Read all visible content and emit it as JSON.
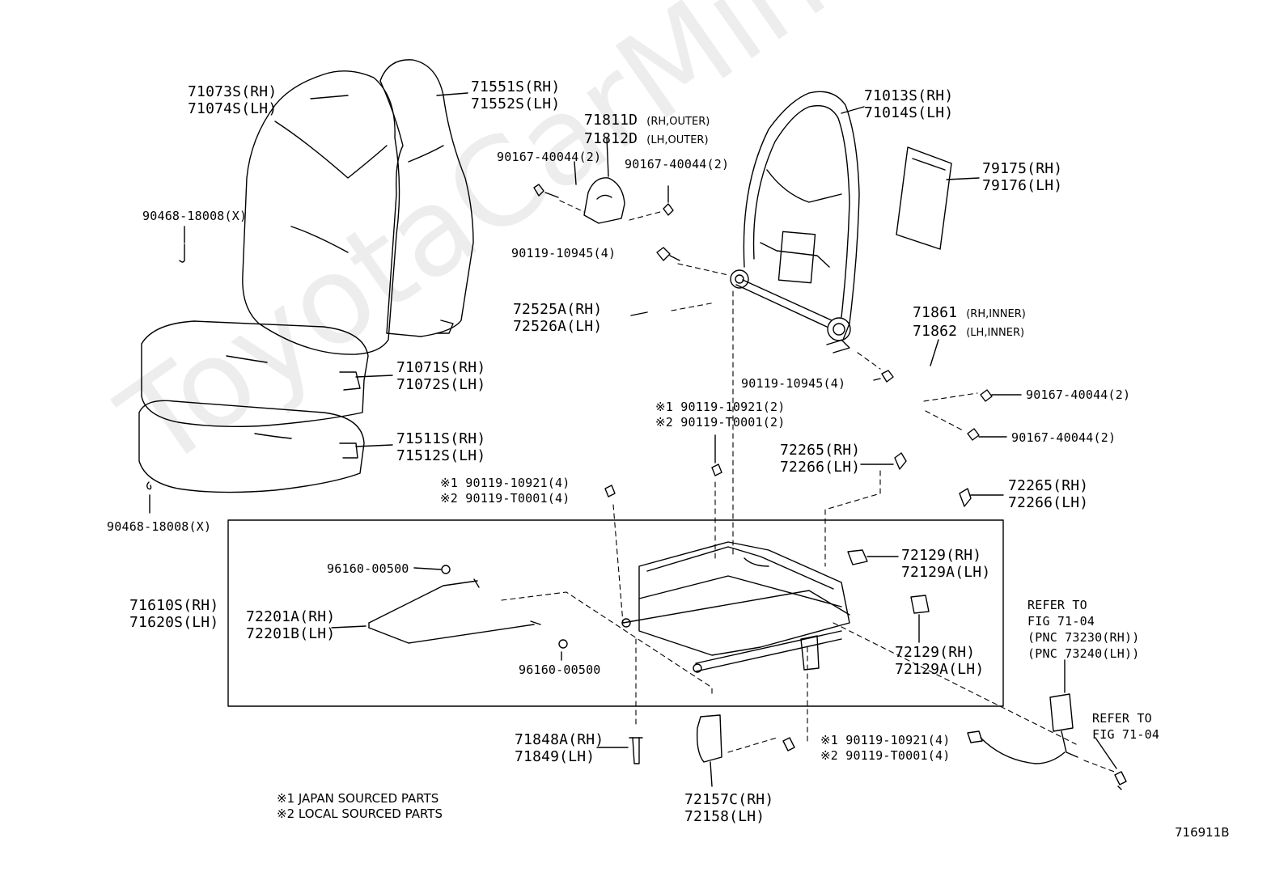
{
  "watermark": "ToyotaCarMine.ru",
  "figure_id": "716911B",
  "notes": [
    "※1 JAPAN SOURCED PARTS",
    "※2 LOCAL SOURCED PARTS"
  ],
  "parts": {
    "seatback_cover": [
      "71073S(RH)",
      "71074S(LH)"
    ],
    "seatback_pad": [
      "71551S(RH)",
      "71552S(LH)"
    ],
    "hog_ring_upper": "90468-18008(X)",
    "cushion_cover": [
      "71071S(RH)",
      "71072S(LH)"
    ],
    "cushion_pad": [
      "71511S(RH)",
      "71512S(LH)"
    ],
    "hog_ring_lower": "90468-18008(X)",
    "outer_cover_num": [
      "71811D",
      "71812D"
    ],
    "outer_cover_sfx": [
      "(RH,OUTER)",
      "(LH,OUTER)"
    ],
    "screw_outer_left": "90167-40044(2)",
    "screw_outer_right": "90167-40044(2)",
    "bolt_frame": "90119-10945(4)",
    "recliner_cover": [
      "72525A(RH)",
      "72526A(LH)"
    ],
    "back_frame": [
      "71013S(RH)",
      "71014S(LH)"
    ],
    "back_board": [
      "79175(RH)",
      "79176(LH)"
    ],
    "inner_cover_num": [
      "71861",
      "71862"
    ],
    "inner_cover_sfx": [
      "(RH,INNER)",
      "(LH,INNER)"
    ],
    "bolt_frame_lower": "90119-10945(4)",
    "screw_inner_1": "90167-40044(2)",
    "screw_inner_2": "90167-40044(2)",
    "bolt_center": [
      "※1 90119-10921(2)",
      "※2 90119-T0001(2)"
    ],
    "bolt_left": [
      "※1 90119-10921(4)",
      "※2 90119-T0001(4)"
    ],
    "clip_upper": [
      "72265(RH)",
      "72266(LH)"
    ],
    "clip_right": [
      "72265(RH)",
      "72266(LH)"
    ],
    "track_assy": [
      "71610S(RH)",
      "71620S(LH)"
    ],
    "ring_upper": "96160-00500",
    "ring_lower": "96160-00500",
    "adjuster_bar": [
      "72201A(RH)",
      "72201B(LH)"
    ],
    "cover_a": [
      "72129(RH)",
      "72129A(LH)"
    ],
    "cover_b": [
      "72129(RH)",
      "72129A(LH)"
    ],
    "refer_belt": [
      "REFER TO",
      "FIG 71-04",
      "(PNC 73230(RH))",
      "(PNC 73240(LH))"
    ],
    "refer_bolt": [
      "REFER TO",
      "FIG 71-04"
    ],
    "pin": [
      "71848A(RH)",
      "71849(LH)"
    ],
    "rail_cover": [
      "72157C(RH)",
      "72158(LH)"
    ],
    "bolt_bottom": [
      "※1 90119-10921(4)",
      "※2 90119-T0001(4)"
    ]
  }
}
